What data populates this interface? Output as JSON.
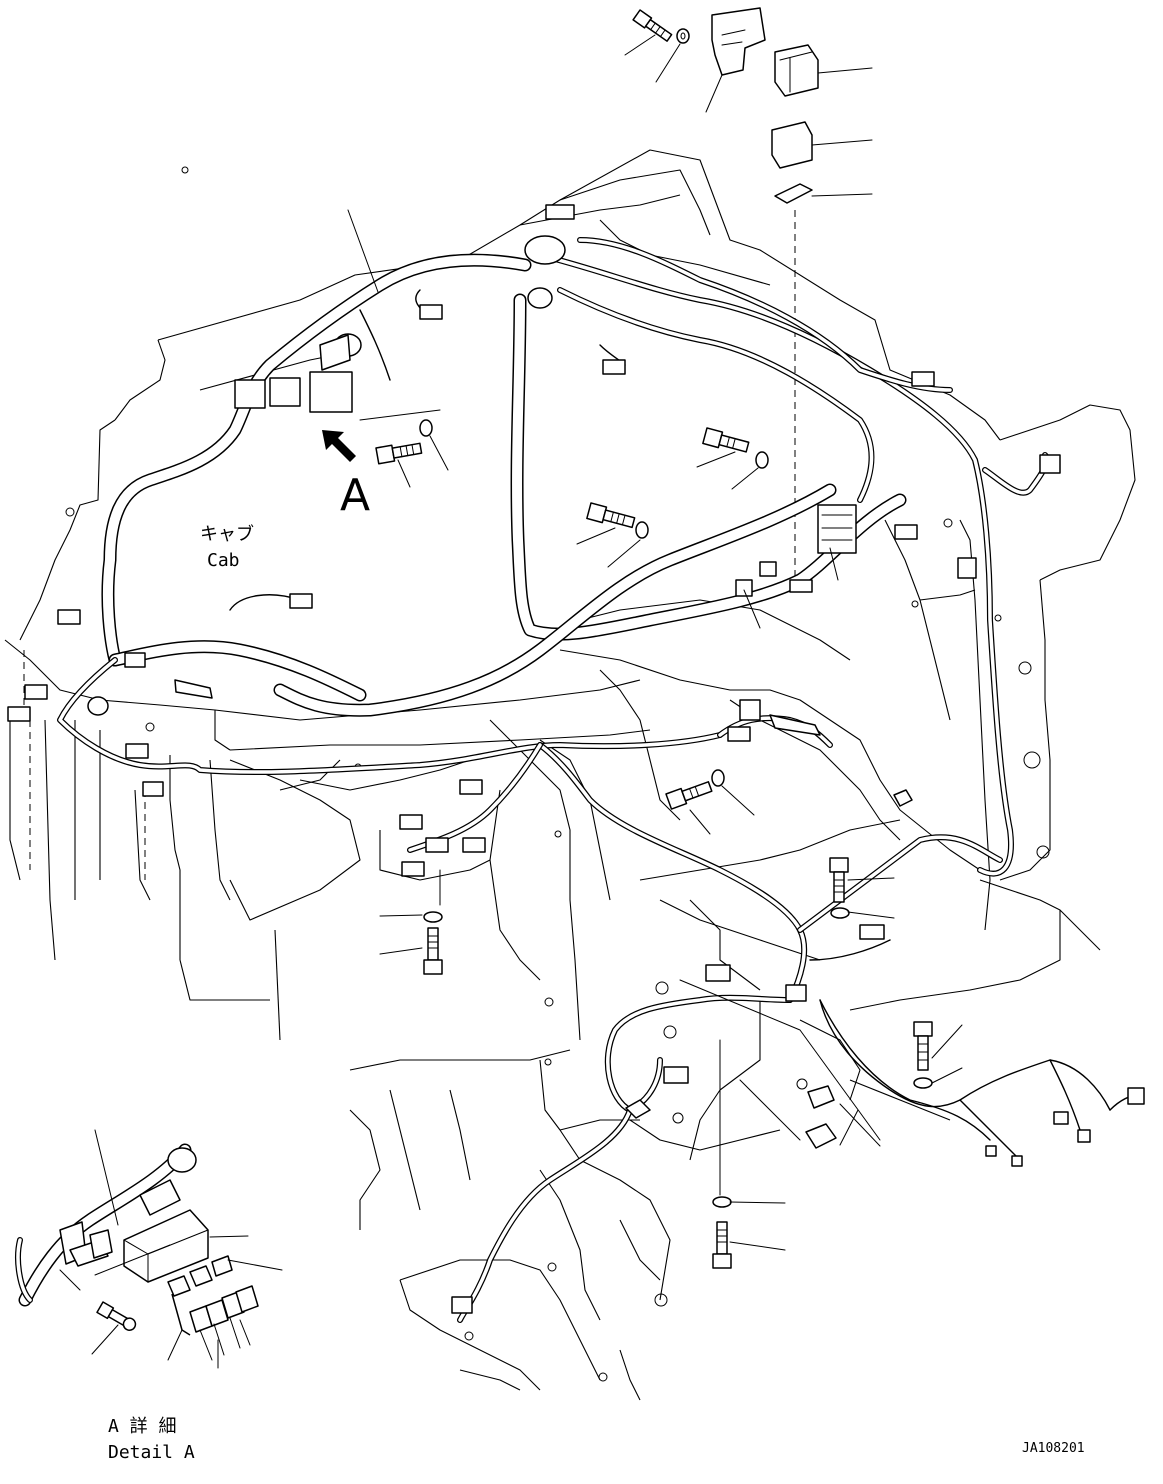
{
  "cab_label": {
    "jp": "キャブ",
    "en": "Cab"
  },
  "view_marker": {
    "letter": "A"
  },
  "detail": {
    "jp": "A 詳 細",
    "en": "Detail A"
  },
  "drawing_number": "JA108201"
}
